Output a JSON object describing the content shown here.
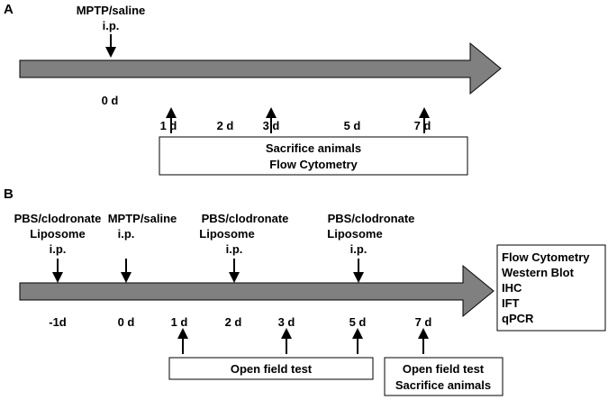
{
  "panelA": {
    "letter": "A",
    "treatment": {
      "line1": "MPTP/saline",
      "line2": "i.p."
    },
    "days": [
      "0 d",
      "1 d",
      "2 d",
      "3 d",
      "5 d",
      "7 d"
    ],
    "box": {
      "line1": "Sacrifice animals",
      "line2": "Flow Cytometry"
    }
  },
  "panelB": {
    "letter": "B",
    "treatments": [
      {
        "line1": "PBS/clodronate",
        "line2": "Liposome",
        "line3": "i.p."
      },
      {
        "line1": "MPTP/saline",
        "line2": "i.p."
      },
      {
        "line1": "PBS/clodronate",
        "line2": "Liposome",
        "line3": "i.p."
      },
      {
        "line1": "PBS/clodronate",
        "line2": "Liposome",
        "line3": "i.p."
      }
    ],
    "days": [
      "-1d",
      "0 d",
      "1 d",
      "2 d",
      "3 d",
      "5 d",
      "7 d"
    ],
    "open_field_box": "Open field test",
    "final_box": {
      "line1": "Open field test",
      "line2": "Sacrifice animals"
    },
    "assays": [
      "Flow Cytometry",
      "Western Blot",
      "IHC",
      "IFT",
      "qPCR"
    ]
  }
}
